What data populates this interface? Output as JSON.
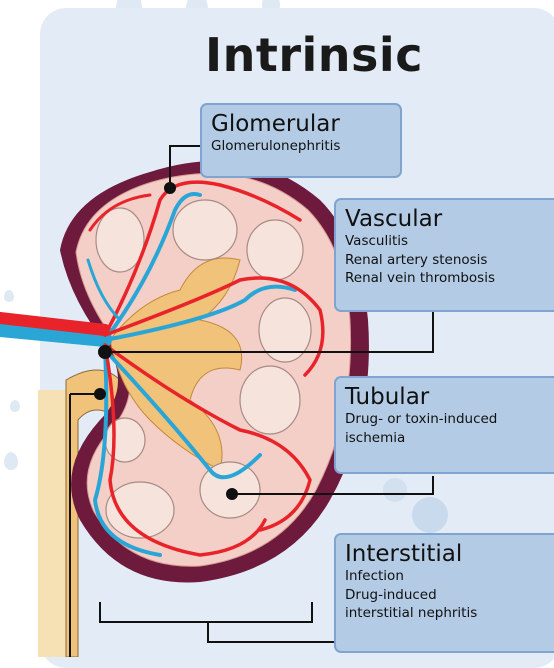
{
  "title": "Intrinsic",
  "categories": [
    {
      "key": "glomerular",
      "heading": "Glomerular",
      "items": [
        "Glomerulonephritis"
      ]
    },
    {
      "key": "vascular",
      "heading": "Vascular",
      "items": [
        "Vasculitis",
        "Renal artery stenosis",
        "Renal vein thrombosis"
      ]
    },
    {
      "key": "tubular",
      "heading": "Tubular",
      "items": [
        "Drug- or toxin-induced",
        "ischemia"
      ]
    },
    {
      "key": "interstitial",
      "heading": "Interstitial",
      "items": [
        "Infection",
        "Drug-induced",
        "interstitial nephritis"
      ]
    }
  ],
  "colors": {
    "panel": "#e3ecf6",
    "box_fill": "#b3cbe5",
    "box_border": "#7ea4cf",
    "artery": "#e8232a",
    "vein": "#2aa6d6",
    "capsule": "#6d1a3c",
    "cortex": "#f3cfc8",
    "pelvis": "#f0c27a"
  }
}
